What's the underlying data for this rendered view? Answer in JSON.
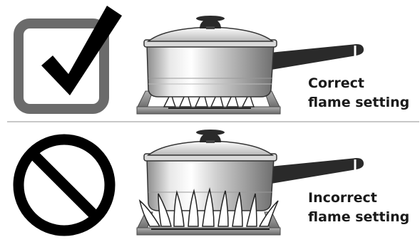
{
  "panels": [
    {
      "id": "correct",
      "indicator": "checkmark-in-box-icon",
      "label_line1": "Correct",
      "label_line2": "flame setting",
      "flame": "small-flame-under-pan"
    },
    {
      "id": "incorrect",
      "indicator": "prohibited-circle-icon",
      "label_line1": "Incorrect",
      "label_line2": "flame setting",
      "flame": "large-flame-wrapping-pan"
    }
  ],
  "colors": {
    "box_border": "#6b6b6b",
    "check": "#000000",
    "prohibited": "#000000",
    "pan_light": "#f2f2f2",
    "pan_mid": "#bdbdbd",
    "pan_dark": "#5a5a5a",
    "handle": "#2a2a2a",
    "grate": "#8a8a8a"
  }
}
